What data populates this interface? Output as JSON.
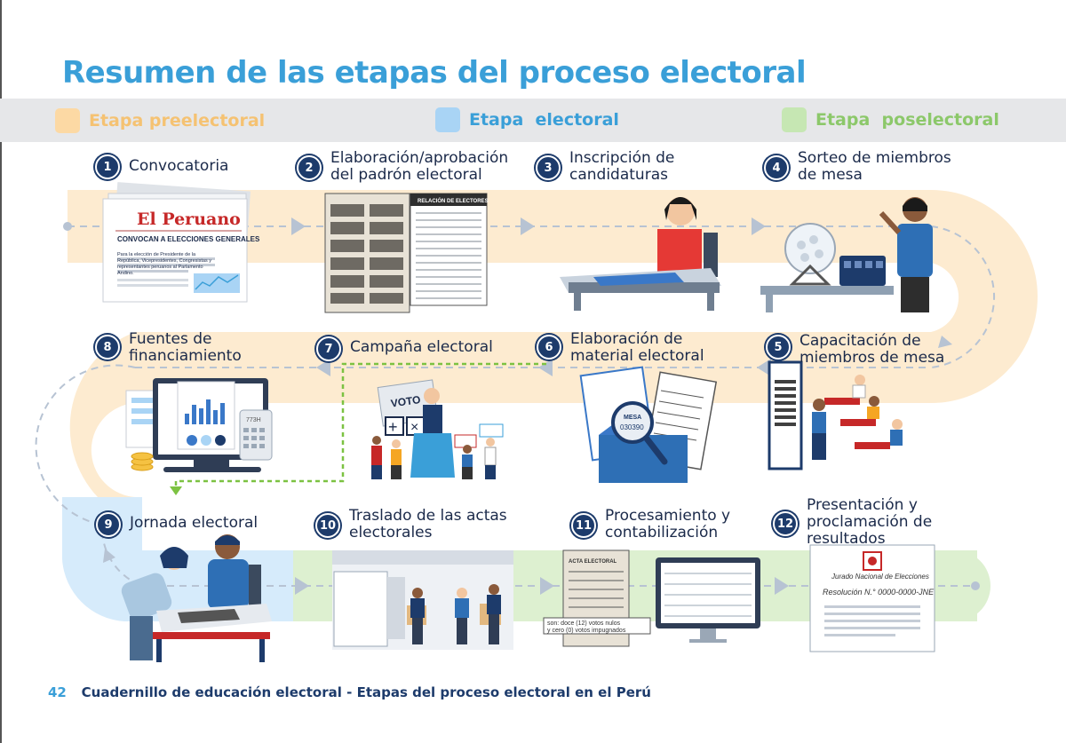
{
  "title": "Resumen de las etapas del proceso electoral",
  "legend": [
    {
      "label": "Etapa preelectoral",
      "color": "#fcd9a4",
      "text_color": "#f5c272"
    },
    {
      "label": "Etapa  electoral",
      "color": "#a9d4f5",
      "text_color": "#3a9fd8"
    },
    {
      "label": "Etapa  poselectoral",
      "color": "#c6e7b3",
      "text_color": "#8cc86a"
    }
  ],
  "steps": [
    {
      "num": "1",
      "label": "Convocatoria"
    },
    {
      "num": "2",
      "label": "Elaboración/aprobación del padrón electoral"
    },
    {
      "num": "3",
      "label": "Inscripción de candidaturas"
    },
    {
      "num": "4",
      "label": "Sorteo de miembros de mesa"
    },
    {
      "num": "5",
      "label": "Capacitación de miembros de mesa"
    },
    {
      "num": "6",
      "label": "Elaboración de material electoral"
    },
    {
      "num": "7",
      "label": "Campaña electoral"
    },
    {
      "num": "8",
      "label": "Fuentes de financiamiento"
    },
    {
      "num": "9",
      "label": "Jornada electoral"
    },
    {
      "num": "10",
      "label": "Traslado de las actas electorales"
    },
    {
      "num": "11",
      "label": "Procesamiento y contabilización"
    },
    {
      "num": "12",
      "label": "Presentación y proclamación de resultados"
    }
  ],
  "newspaper": {
    "name": "El Peruano",
    "headline": "CONVOCAN A ELECCIONES GENERALES",
    "body": "Para la elección de Presidente de la República, Vicepresidentes, Congresistas y representantes peruanos al Parlamento Andino."
  },
  "padron": {
    "header": "RELACIÓN DE ELECTORES"
  },
  "campaign": {
    "sign": "VOTO"
  },
  "material": {
    "sticker_label": "MESA",
    "sticker_number": "030390"
  },
  "finance": {
    "calc": "773H"
  },
  "processing": {
    "caption": "son: doce (12) votos nulos y cero (0) votos impugnados",
    "sheet_title": "ACTA ELECTORAL"
  },
  "results": {
    "institution": "Jurado Nacional de Elecciones",
    "resolution": "Resolución N.° 0000-0000-JNE"
  },
  "footer": {
    "page": "42",
    "text": "Cuadernillo de educación electoral - Etapas del proceso electoral en el Perú"
  }
}
